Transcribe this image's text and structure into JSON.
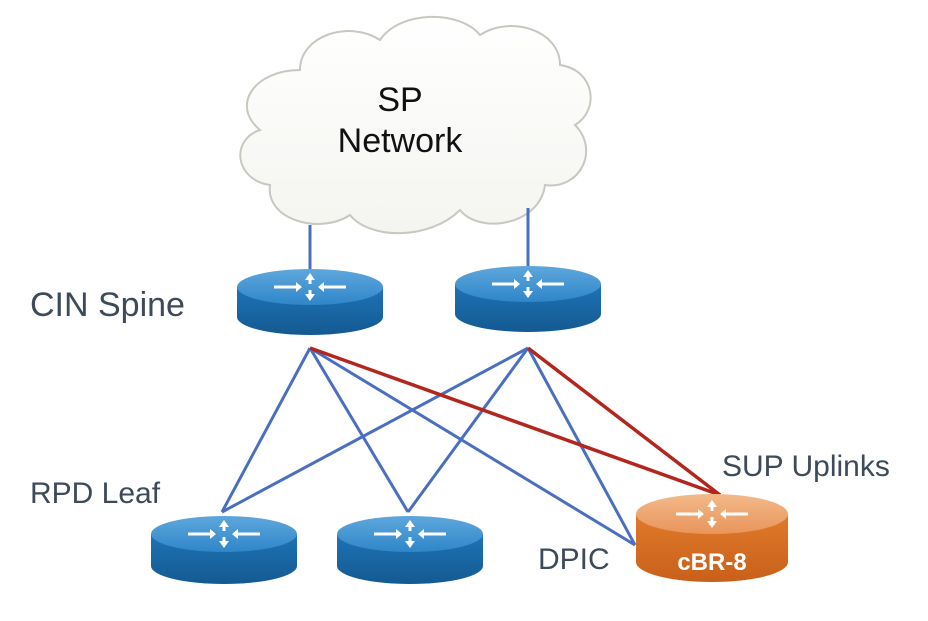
{
  "diagram": {
    "cloud": {
      "line1": "SP",
      "line2": "Network"
    },
    "labels": {
      "spine": "CIN Spine",
      "leaf": "RPD Leaf",
      "sup": "SUP Uplinks",
      "dpic": "DPIC"
    },
    "nodes": {
      "spine_left": {
        "role": "spine-router",
        "icon": "router-icon"
      },
      "spine_right": {
        "role": "spine-router",
        "icon": "router-icon"
      },
      "leaf_left": {
        "role": "leaf-router",
        "icon": "router-icon"
      },
      "leaf_middle": {
        "role": "leaf-router",
        "icon": "router-icon"
      },
      "cbr8": {
        "role": "cbr8-router",
        "icon": "router-icon",
        "label": "cBR-8"
      }
    },
    "links": [
      {
        "from": "spine_left",
        "to": "cloud",
        "type": "blue"
      },
      {
        "from": "spine_right",
        "to": "cloud",
        "type": "blue"
      },
      {
        "from": "spine_left",
        "to": "leaf_left",
        "type": "blue"
      },
      {
        "from": "spine_left",
        "to": "leaf_middle",
        "type": "blue"
      },
      {
        "from": "spine_left",
        "to": "cbr8",
        "type": "blue"
      },
      {
        "from": "spine_right",
        "to": "leaf_left",
        "type": "blue"
      },
      {
        "from": "spine_right",
        "to": "leaf_middle",
        "type": "blue"
      },
      {
        "from": "spine_right",
        "to": "cbr8",
        "type": "blue"
      },
      {
        "from": "spine_left",
        "to": "cbr8",
        "type": "red"
      },
      {
        "from": "spine_right",
        "to": "cbr8",
        "type": "red"
      }
    ],
    "colors": {
      "link_blue": "#4a6fc0",
      "link_red": "#b3261e",
      "router_blue": "#1e73b5",
      "router_orange": "#e07a2a",
      "label_text": "#3d4a5a"
    }
  }
}
